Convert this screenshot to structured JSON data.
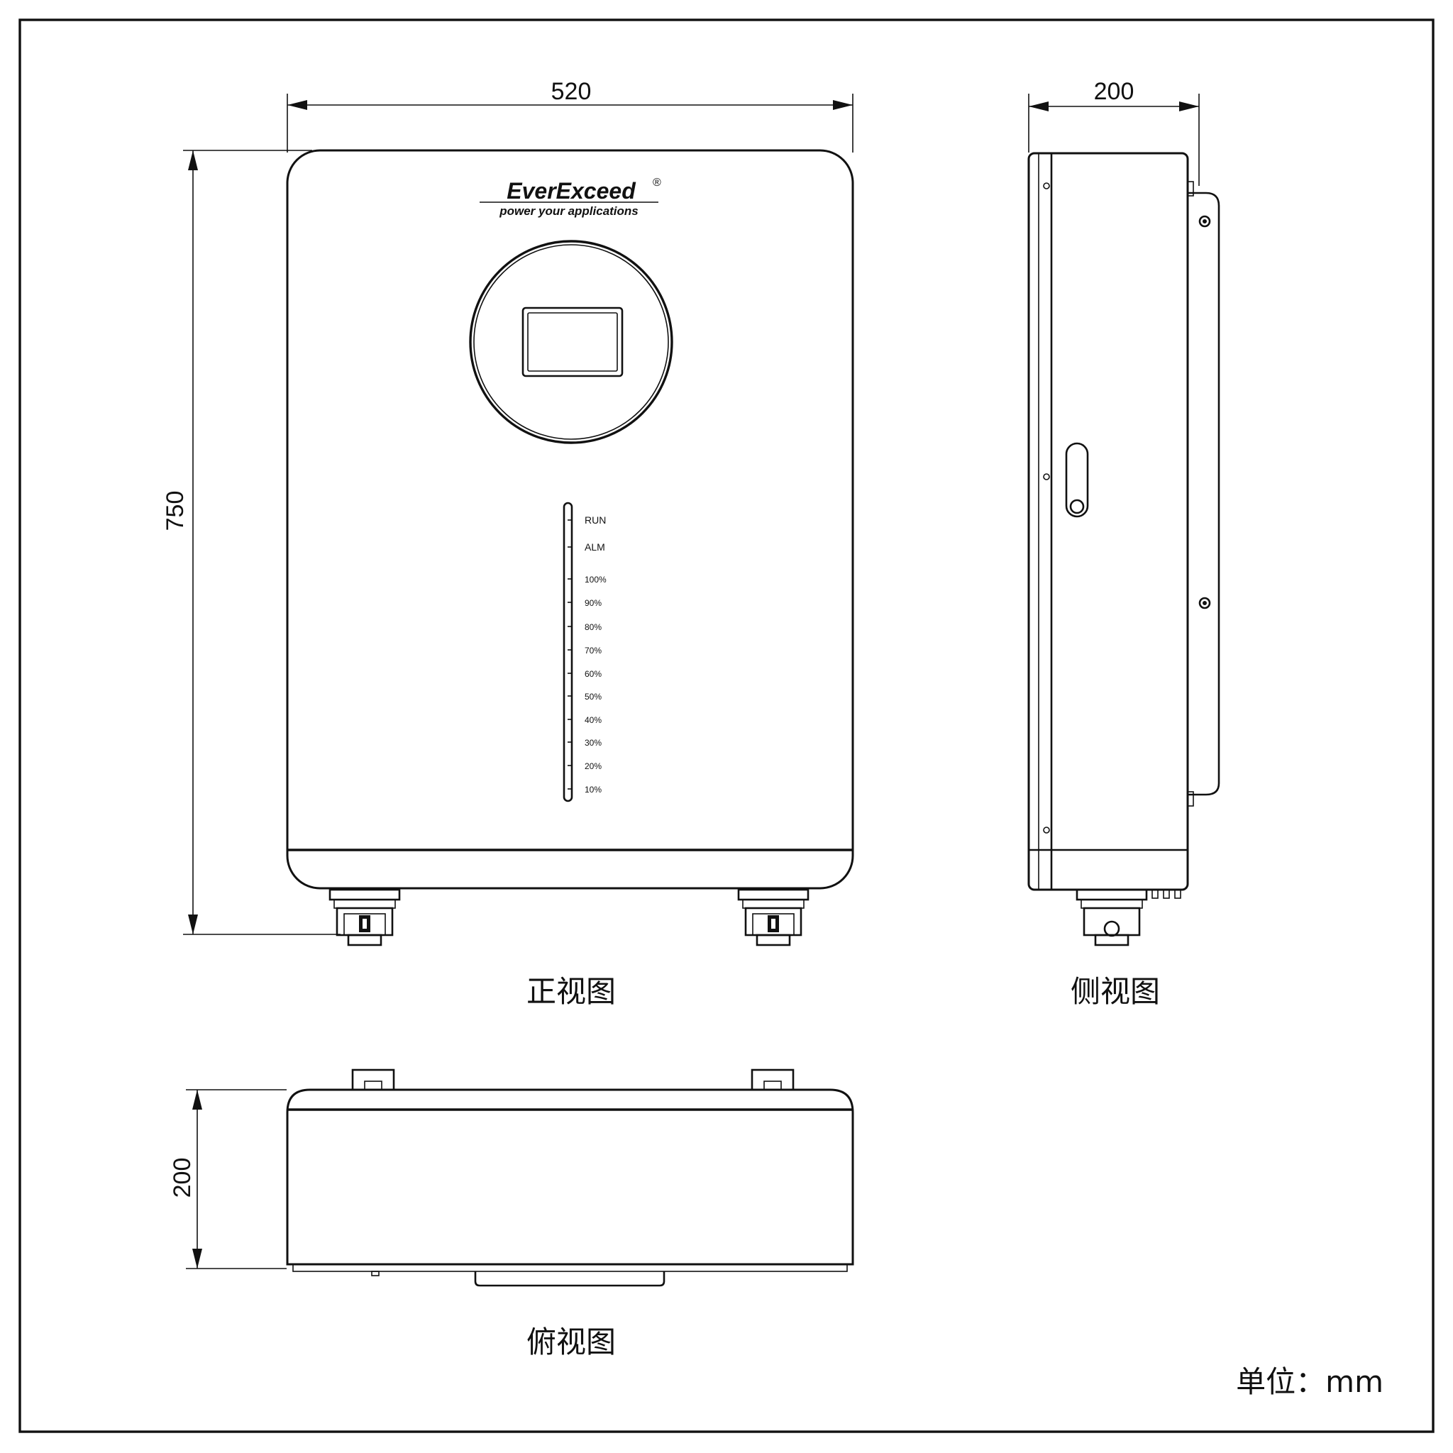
{
  "brand": {
    "name": "EverExceed",
    "registered_mark": "®",
    "tagline": "power your applications"
  },
  "dimensions": {
    "front_width": "520",
    "front_height": "750",
    "side_depth": "200",
    "top_depth": "200"
  },
  "views": {
    "front": "正视图",
    "side": "侧视图",
    "top": "俯视图"
  },
  "indicators": [
    "RUN",
    "ALM",
    "100%",
    "90%",
    "80%",
    "70%",
    "60%",
    "50%",
    "40%",
    "30%",
    "20%",
    "10%"
  ],
  "unit_label": "单位：mm"
}
